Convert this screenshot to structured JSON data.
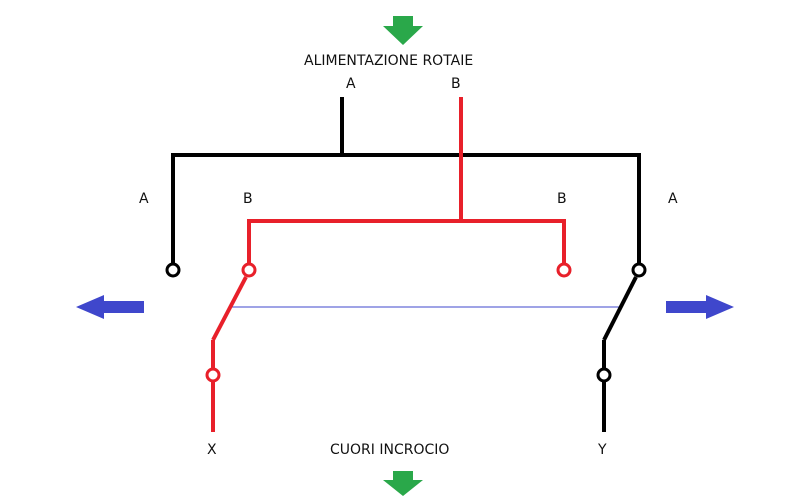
{
  "title": "ALIMENTAZIONE ROTAIE",
  "bottom_label": "CUORI INCROCIO",
  "terminals": {
    "top_a": "A",
    "top_b": "B",
    "left_a": "A",
    "left_b": "B",
    "right_b": "B",
    "right_a": "A"
  },
  "outputs": {
    "x": "X",
    "y": "Y"
  },
  "icons": {
    "top": "down-arrow-icon",
    "bottom": "down-arrow-icon",
    "left": "left-arrow-icon",
    "right": "right-arrow-icon"
  },
  "colors": {
    "line_a": "#000000",
    "line_b": "#e8202a",
    "arrow_vertical": "#2aa84a",
    "arrow_horizontal": "#3f47cc",
    "linkage": "#3f47cc"
  }
}
